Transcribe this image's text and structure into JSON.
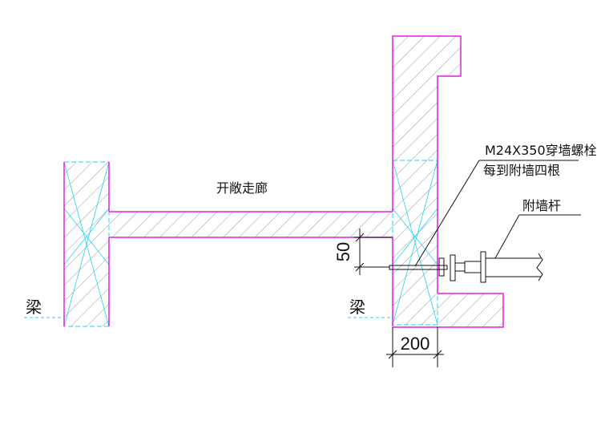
{
  "labels": {
    "corridor": "开敞走廊",
    "beam_left": "梁",
    "beam_right": "梁",
    "bolt_spec": "M24X350穿墙螺栓",
    "bolt_note": "每到附墙四根",
    "wall_rod": "附墙杆"
  },
  "dimensions": {
    "vertical": "50",
    "horizontal": "200"
  },
  "colors": {
    "outline": "#e020e0",
    "hidden": "#22d3ee",
    "hatch": "#9a9a9a",
    "ink": "#111111"
  }
}
